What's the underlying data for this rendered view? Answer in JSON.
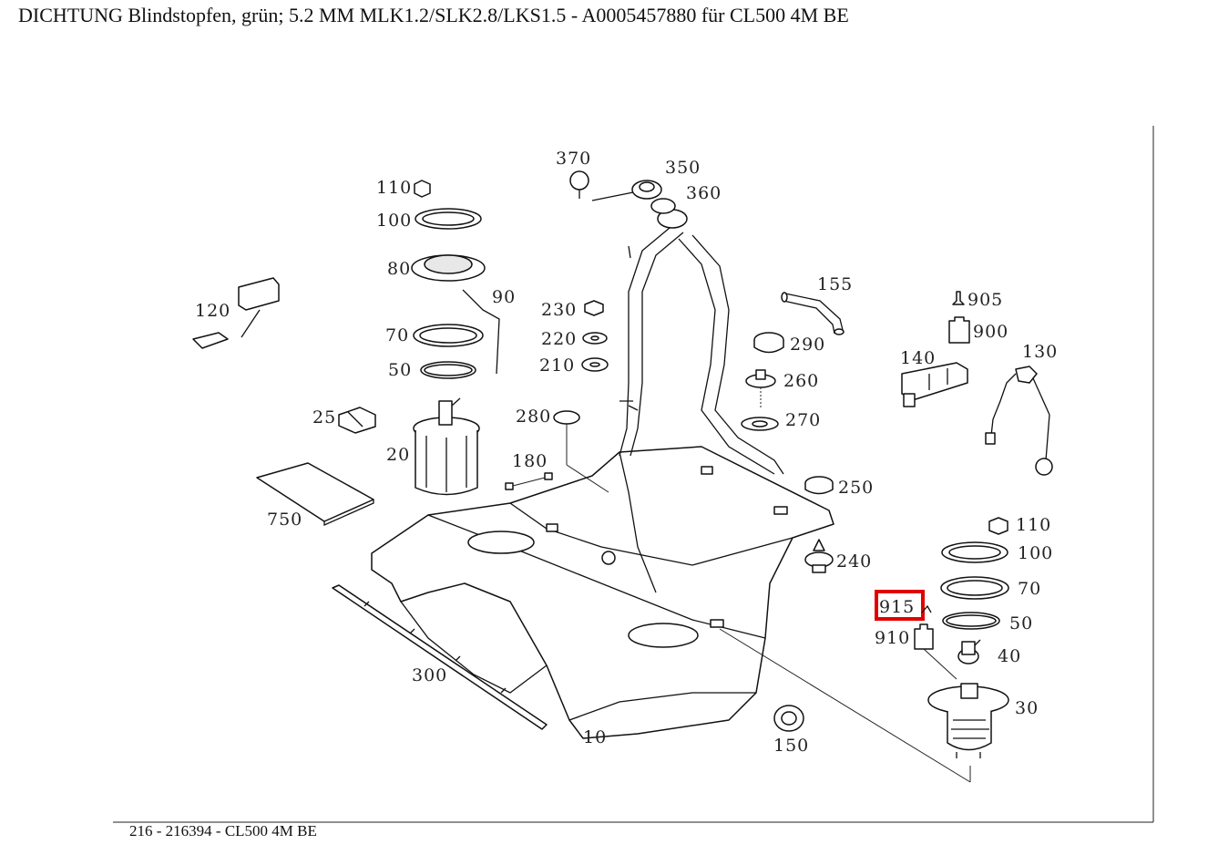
{
  "title": "DICHTUNG Blindstopfen, grün; 5.2 MM MLK1.2/SLK2.8/LKS1.5 - A0005457880 für CL500 4M BE",
  "footer": "216 - 216394 - CL500 4M BE",
  "highlighted_part": "915",
  "highlight_color": "#e00000",
  "callouts": {
    "c370": "370",
    "c350": "350",
    "c360": "360",
    "c110a": "110",
    "c100a": "100",
    "c80": "80",
    "c90": "90",
    "c120": "120",
    "c70a": "70",
    "c50a": "50",
    "c230": "230",
    "c220": "220",
    "c210": "210",
    "c155": "155",
    "c905": "905",
    "c900": "900",
    "c140": "140",
    "c130": "130",
    "c290": "290",
    "c260": "260",
    "c270": "270",
    "c25": "25",
    "c280": "280",
    "c20": "20",
    "c180": "180",
    "c250": "250",
    "c750": "750",
    "c110b": "110",
    "c100b": "100",
    "c240": "240",
    "c70b": "70",
    "c915": "915",
    "c50b": "50",
    "c910": "910",
    "c40": "40",
    "c300": "300",
    "c30": "30",
    "c10": "10",
    "c150": "150"
  }
}
